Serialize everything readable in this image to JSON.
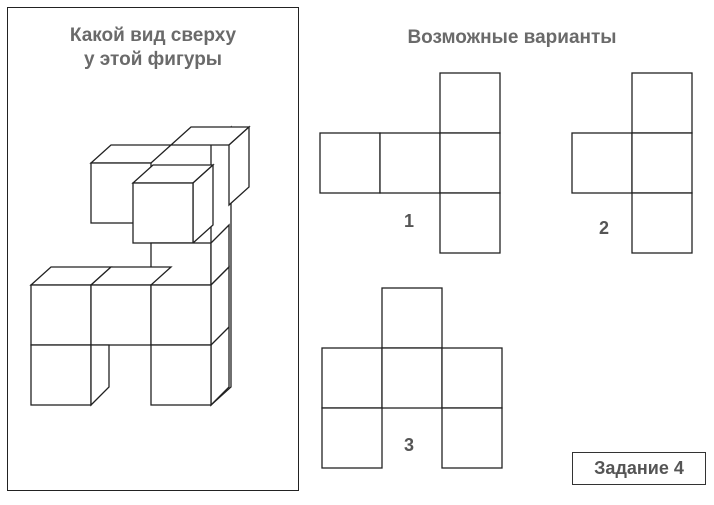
{
  "question": {
    "line1": "Какой вид сверху",
    "line2": "у этой фигуры"
  },
  "options": {
    "title": "Возможные варианты",
    "labels": [
      "1",
      "2",
      "3"
    ]
  },
  "task_label": "Задание 4"
}
